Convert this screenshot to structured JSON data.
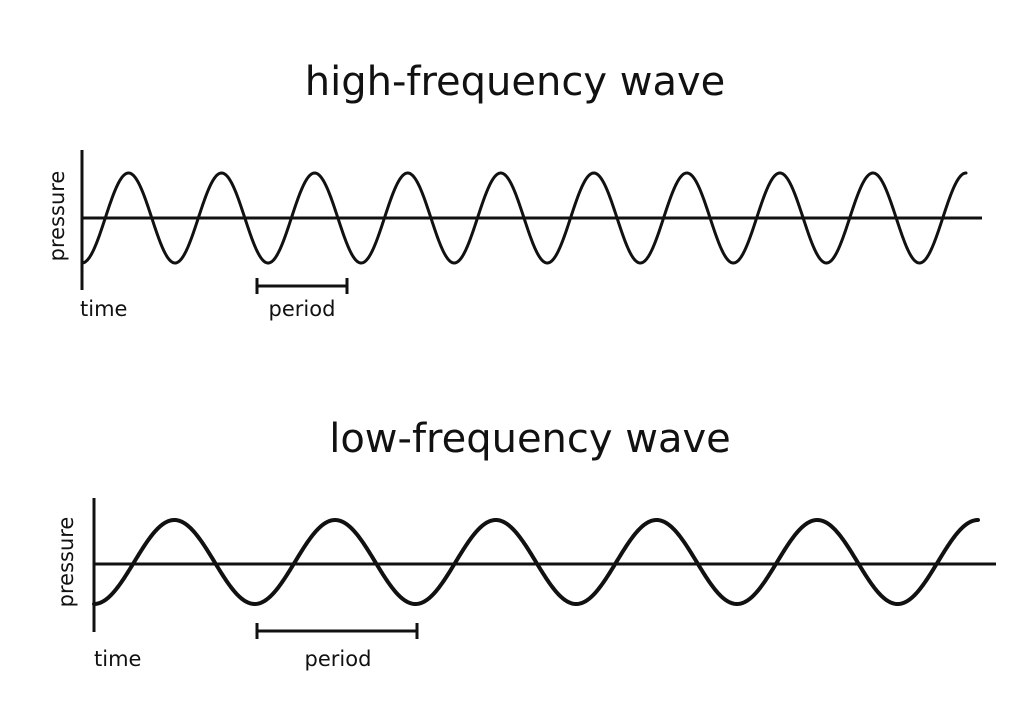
{
  "panels": [
    {
      "title": "high-frequency wave",
      "y_label": "pressure",
      "x_label": "time",
      "period_label": "period",
      "cycles_shown": 9.5
    },
    {
      "title": "low-frequency wave",
      "y_label": "pressure",
      "x_label": "time",
      "period_label": "period",
      "cycles_shown": 5.5
    }
  ],
  "colors": {
    "ink": "#111111",
    "background": "#ffffff"
  }
}
